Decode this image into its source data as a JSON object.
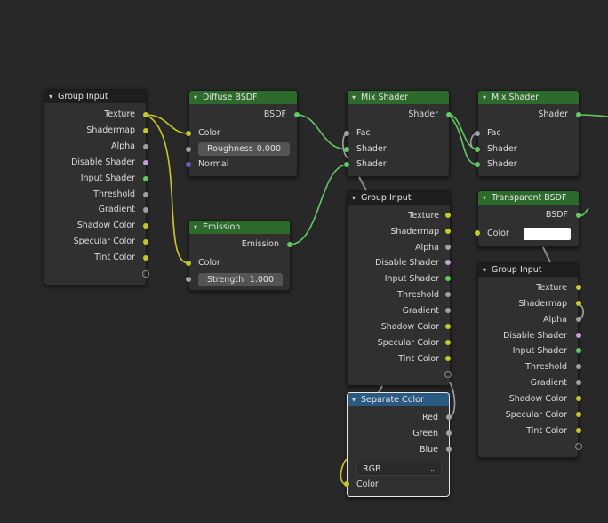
{
  "colors": {
    "canvas_bg": "#282828",
    "node_body": "#303030",
    "header_group": "#1e1e1e",
    "header_shader": "#2d6b2d",
    "header_converter": "#2a5a82",
    "socket_texture": "#c7c729",
    "socket_shader": "#63c763",
    "socket_float": "#a1a1a1",
    "socket_pink": "#cc9ad8",
    "socket_vector": "#6363c7"
  },
  "icons": {
    "collapse": "chevron-down-icon",
    "dropdown": "chevron-down-icon"
  },
  "group_input_outputs": [
    "Texture",
    "Shadermap",
    "Alpha",
    "Disable Shader",
    "Input Shader",
    "Threshold",
    "Gradient",
    "Shadow Color",
    "Specular Color",
    "Tint Color"
  ],
  "nodes": {
    "group_input_1": {
      "title": "Group Input"
    },
    "diffuse": {
      "title": "Diffuse BSDF",
      "out_bsdf": "BSDF",
      "in_color": "Color",
      "roughness_label": "Roughness",
      "roughness_value": "0.000",
      "in_normal": "Normal"
    },
    "emission": {
      "title": "Emission",
      "out_emission": "Emission",
      "in_color": "Color",
      "strength_label": "Strength",
      "strength_value": "1.000"
    },
    "mix1": {
      "title": "Mix Shader",
      "out_shader": "Shader",
      "in_fac": "Fac",
      "in_shader_a": "Shader",
      "in_shader_b": "Shader"
    },
    "mix2": {
      "title": "Mix Shader",
      "out_shader": "Shader",
      "in_fac": "Fac",
      "in_shader_a": "Shader",
      "in_shader_b": "Shader"
    },
    "group_input_2": {
      "title": "Group Input"
    },
    "transparent": {
      "title": "Transparent BSDF",
      "out_bsdf": "BSDF",
      "in_color": "Color",
      "color_value": "#ffffff"
    },
    "group_input_3": {
      "title": "Group Input"
    },
    "separate": {
      "title": "Separate Color",
      "out_red": "Red",
      "out_green": "Green",
      "out_blue": "Blue",
      "mode": "RGB",
      "in_color": "Color"
    }
  }
}
